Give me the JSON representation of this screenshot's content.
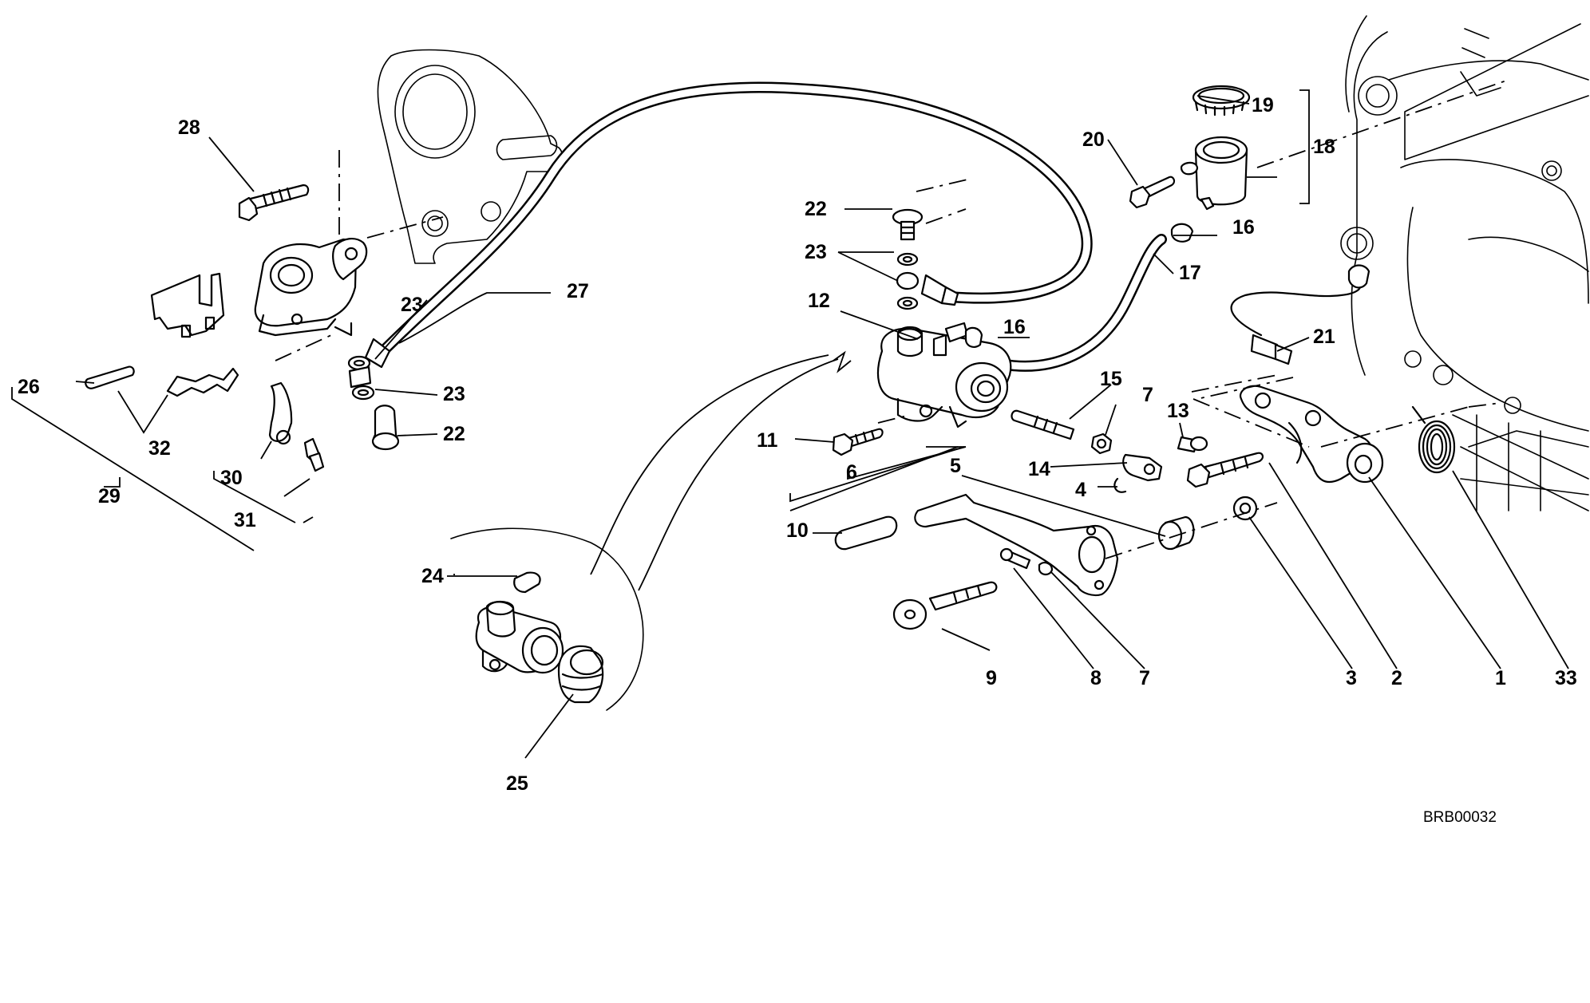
{
  "diagram": {
    "reference_code": "BRB00032",
    "callouts": {
      "c1": "1",
      "c2": "2",
      "c3": "3",
      "c4": "4",
      "c5": "5",
      "c6": "6",
      "c7a": "7",
      "c7b": "7",
      "c8": "8",
      "c9": "9",
      "c10": "10",
      "c11": "11",
      "c12": "12",
      "c13": "13",
      "c14": "14",
      "c15": "15",
      "c16a": "16",
      "c16b": "16",
      "c17": "17",
      "c18": "18",
      "c19": "19",
      "c20": "20",
      "c21": "21",
      "c22a": "22",
      "c22b": "22",
      "c23a": "23",
      "c23b": "23",
      "c23c": "23",
      "c24": "24",
      "c25": "25",
      "c26": "26",
      "c27": "27",
      "c28": "28",
      "c29": "29",
      "c30": "30",
      "c31": "31",
      "c32": "32",
      "c33": "33"
    }
  }
}
